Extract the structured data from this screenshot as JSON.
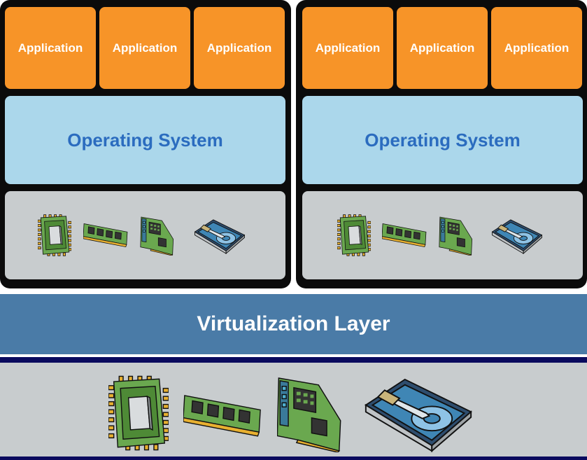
{
  "vms": [
    {
      "applications": [
        "Application",
        "Application",
        "Application"
      ],
      "operating_system": "Operating System",
      "hardware_icons": [
        "cpu-chip-icon",
        "memory-module-icon",
        "network-card-icon",
        "hard-disk-icon"
      ]
    },
    {
      "applications": [
        "Application",
        "Application",
        "Application"
      ],
      "operating_system": "Operating System",
      "hardware_icons": [
        "cpu-chip-icon",
        "memory-module-icon",
        "network-card-icon",
        "hard-disk-icon"
      ]
    }
  ],
  "virtualization_layer": "Virtualization Layer",
  "host_hardware_icons": [
    "cpu-chip-icon",
    "memory-module-icon",
    "network-card-icon",
    "hard-disk-icon"
  ],
  "colors": {
    "application": "#f79428",
    "operating_system_bg": "#abd7eb",
    "operating_system_text": "#2b6cbf",
    "hardware_bg": "#c8ccce",
    "virtualization_layer": "#4a7ba7",
    "vm_frame": "#0b0b0b",
    "host_border": "#0a0a5e"
  }
}
